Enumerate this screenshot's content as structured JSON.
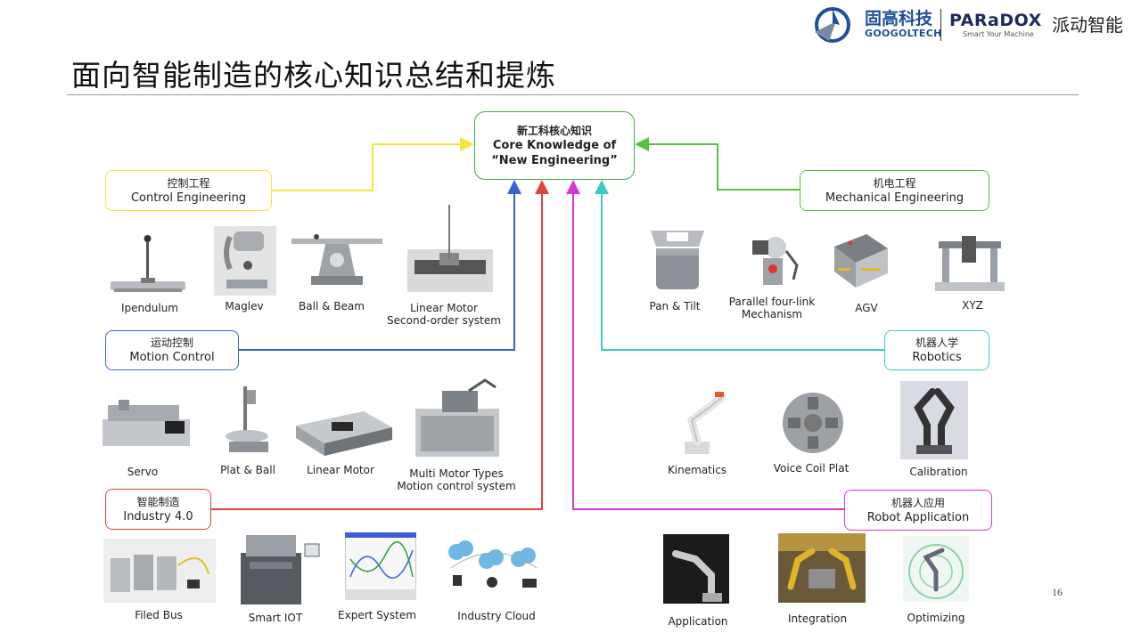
{
  "header": {
    "title": "面向智能制造的核心知识总结和提炼",
    "logo_cn": "固高科技",
    "logo_en": "GOOGOLTECH",
    "paradox": "PARaDOX",
    "paradox_tagline": "Smart Your Machine",
    "paidong": "派动智能"
  },
  "center": {
    "cn": "新工科核心知识",
    "en1": "Core Knowledge of",
    "en2": "“New Engineering”"
  },
  "categories": {
    "control": {
      "cn": "控制工程",
      "en": "Control Engineering",
      "color": "#f2e63a"
    },
    "motion": {
      "cn": "运动控制",
      "en": "Motion Control",
      "color": "#3a5fd8"
    },
    "industry": {
      "cn": "智能制造",
      "en": "Industry 4.0",
      "color": "#e0443d"
    },
    "mechanical": {
      "cn": "机电工程",
      "en": "Mechanical Engineering",
      "color": "#56c13d"
    },
    "robotics": {
      "cn": "机器人学",
      "en": "Robotics",
      "color": "#39c9c3"
    },
    "robot_app": {
      "cn": "机器人应用",
      "en": "Robot Application",
      "color": "#d737d8"
    }
  },
  "items": {
    "ipendulum": "Ipendulum",
    "maglev": "Maglev",
    "ball_beam": "Ball & Beam",
    "linear_motor_2nd_1": "Linear Motor",
    "linear_motor_2nd_2": "Second-order system",
    "servo": "Servo",
    "plat_ball": "Plat & Ball",
    "linear_motor": "Linear Motor",
    "multi_motor_1": "Multi Motor Types",
    "multi_motor_2": "Motion control system",
    "filed_bus": "Filed Bus",
    "smart_iot": "Smart IOT",
    "expert_system": "Expert System",
    "industry_cloud": "Industry Cloud",
    "pan_tilt": "Pan & Tilt",
    "parallel_1": "Parallel four-link",
    "parallel_2": "Mechanism",
    "agv": "AGV",
    "xyz": "XYZ",
    "kinematics": "Kinematics",
    "voice_coil": "Voice Coil Plat",
    "calibration": "Calibration",
    "application": "Application",
    "integration": "Integration",
    "optimizing": "Optimizing"
  },
  "page_number": "16"
}
